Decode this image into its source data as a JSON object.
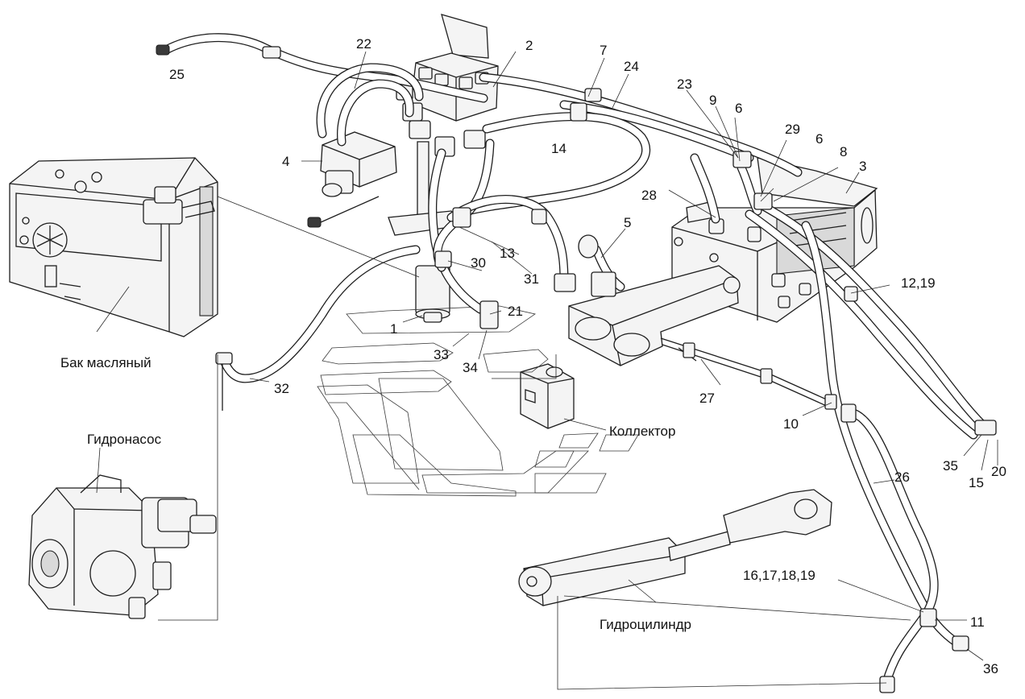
{
  "components": {
    "tank": "Бак масляный",
    "pump": "Гидронасос",
    "collector": "Коллектор",
    "cylinder": "Гидроцилиндр"
  },
  "callouts": {
    "c1": "1",
    "c2": "2",
    "c3": "3",
    "c4": "4",
    "c5": "5",
    "c6a": "6",
    "c6b": "6",
    "c7": "7",
    "c8": "8",
    "c9": "9",
    "c10": "10",
    "c11": "11",
    "c12_19": "12,19",
    "c13": "13",
    "c14": "14",
    "c15": "15",
    "c16_19": "16,17,18,19",
    "c20": "20",
    "c21": "21",
    "c22": "22",
    "c23": "23",
    "c24": "24",
    "c25": "25",
    "c26": "26",
    "c27": "27",
    "c28": "28",
    "c29": "29",
    "c30": "30",
    "c31": "31",
    "c32": "32",
    "c33": "33",
    "c34": "34",
    "c35": "35",
    "c36": "36"
  }
}
